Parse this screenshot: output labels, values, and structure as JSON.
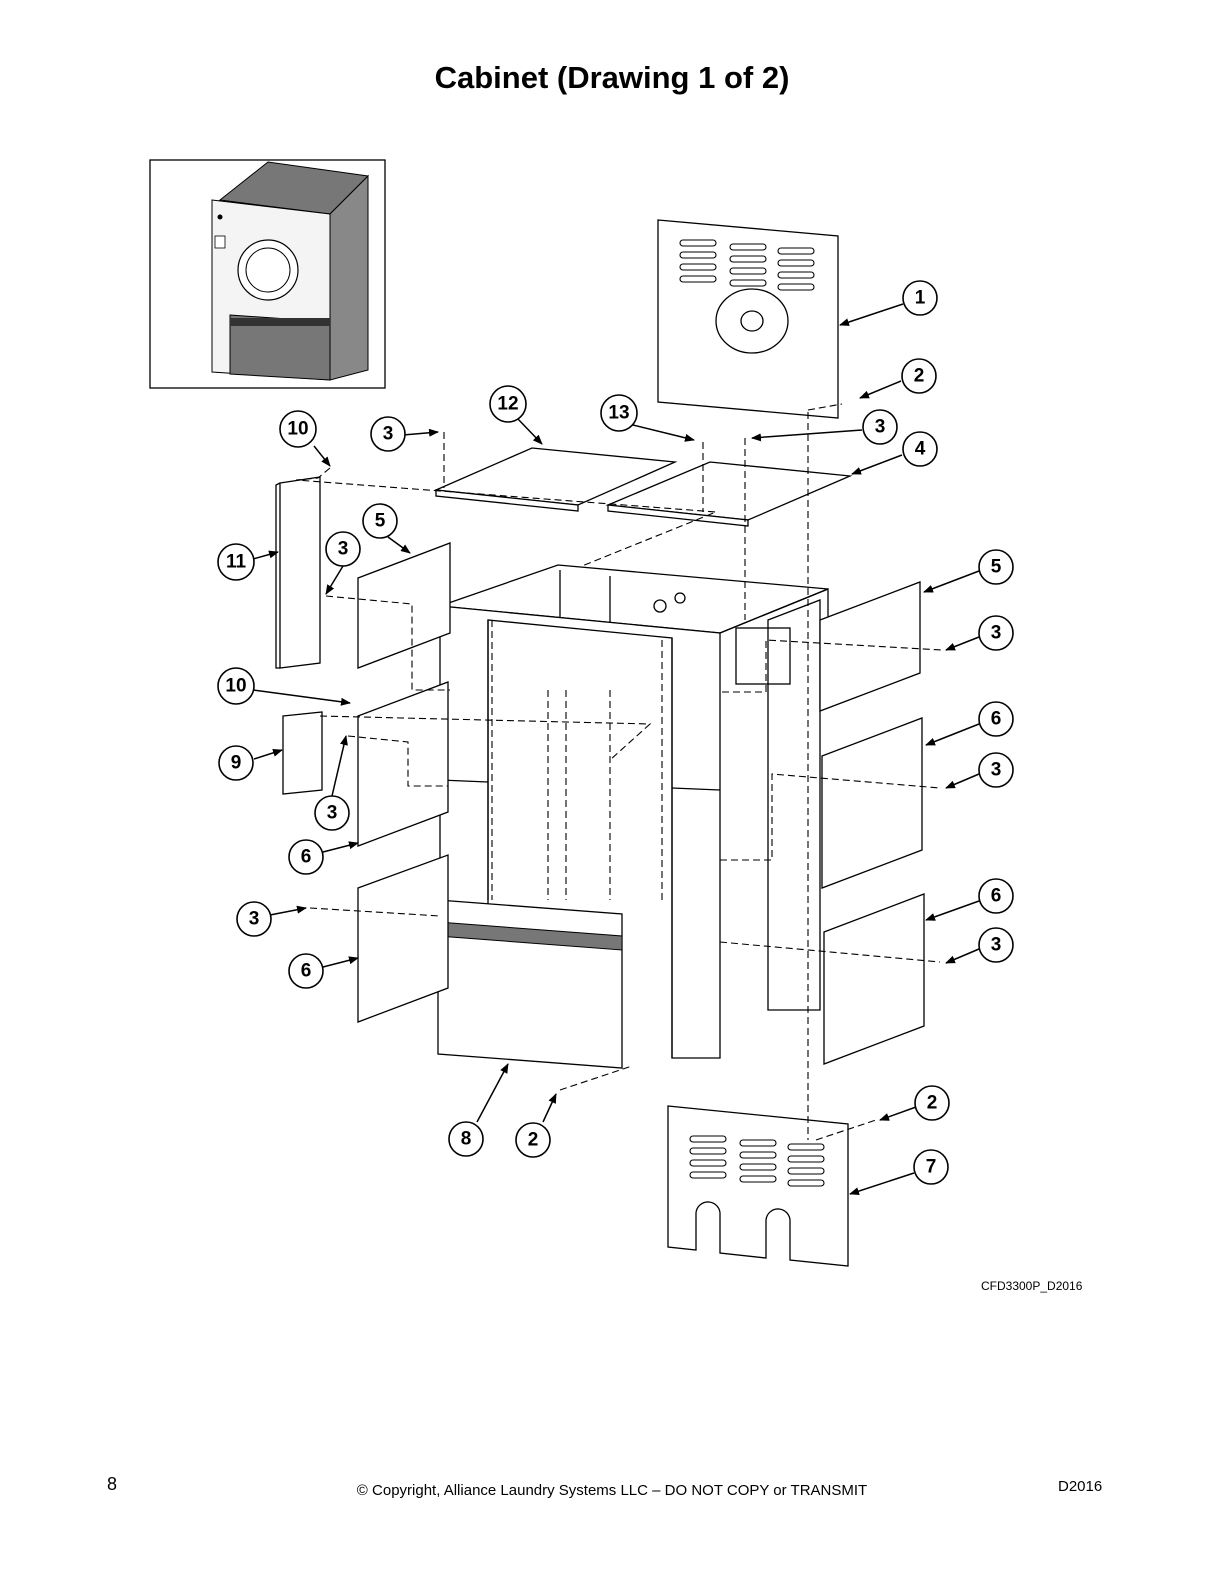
{
  "page": {
    "title": "Cabinet (Drawing 1 of 2)",
    "drawing_code": "CFD3300P_D2016",
    "page_number": "8",
    "copyright": "© Copyright, Alliance Laundry Systems LLC – DO NOT COPY or TRANSMIT",
    "doc_code": "D2016"
  },
  "callouts": [
    {
      "id": "c1",
      "label": "1"
    },
    {
      "id": "c2a",
      "label": "2"
    },
    {
      "id": "c3a",
      "label": "3"
    },
    {
      "id": "c4",
      "label": "4"
    },
    {
      "id": "c10a",
      "label": "10"
    },
    {
      "id": "c3b",
      "label": "3"
    },
    {
      "id": "c12",
      "label": "12"
    },
    {
      "id": "c13",
      "label": "13"
    },
    {
      "id": "c11",
      "label": "11"
    },
    {
      "id": "c5a",
      "label": "5"
    },
    {
      "id": "c3c",
      "label": "3"
    },
    {
      "id": "c5b",
      "label": "5"
    },
    {
      "id": "c3d",
      "label": "3"
    },
    {
      "id": "c10b",
      "label": "10"
    },
    {
      "id": "c9",
      "label": "9"
    },
    {
      "id": "c3e",
      "label": "3"
    },
    {
      "id": "c6a",
      "label": "6"
    },
    {
      "id": "c6b",
      "label": "6"
    },
    {
      "id": "c3f",
      "label": "3"
    },
    {
      "id": "c3g",
      "label": "3"
    },
    {
      "id": "c6c",
      "label": "6"
    },
    {
      "id": "c6d",
      "label": "6"
    },
    {
      "id": "c3h",
      "label": "3"
    },
    {
      "id": "c8",
      "label": "8"
    },
    {
      "id": "c2b",
      "label": "2"
    },
    {
      "id": "c2c",
      "label": "2"
    },
    {
      "id": "c7",
      "label": "7"
    }
  ]
}
